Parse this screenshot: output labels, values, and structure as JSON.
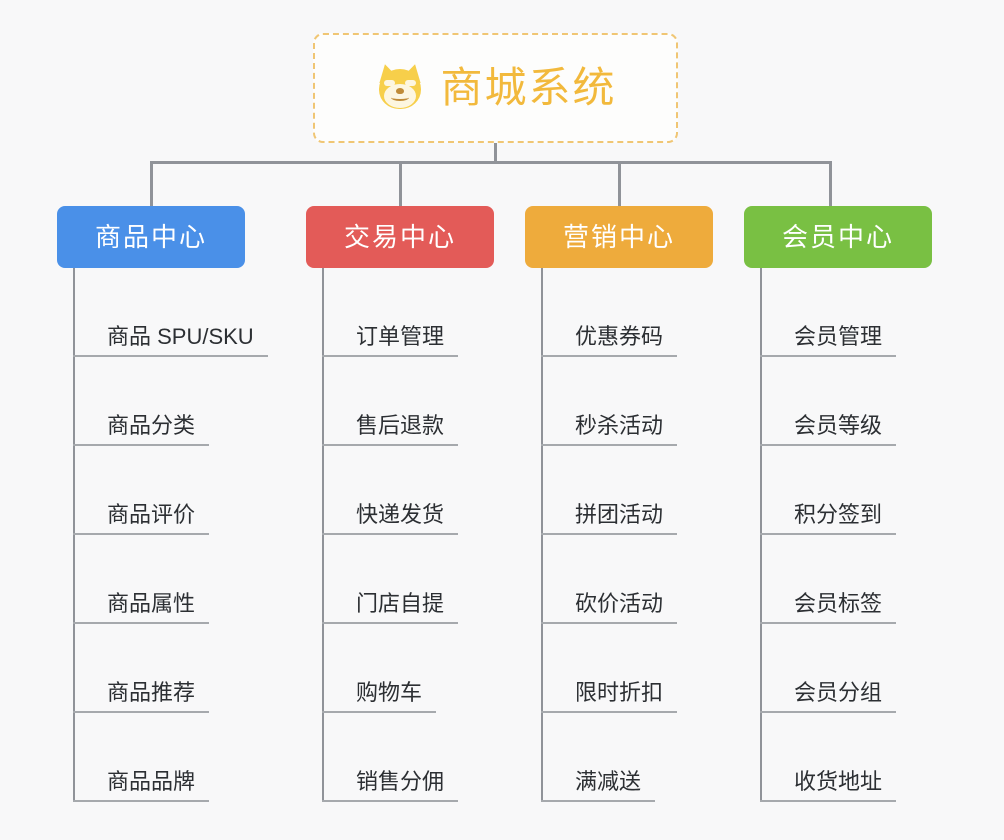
{
  "root": {
    "icon": "dog-face-emoji",
    "title": "商城系统",
    "accent": "#f2b93c"
  },
  "connector_color": "#909399",
  "background": "#f8f8f9",
  "columns": [
    {
      "header": "商品中心",
      "color": "#4a90e8",
      "items": [
        "商品 SPU/SKU",
        "商品分类",
        "商品评价",
        "商品属性",
        "商品推荐",
        "商品品牌"
      ]
    },
    {
      "header": "交易中心",
      "color": "#e35b58",
      "items": [
        "订单管理",
        "售后退款",
        "快递发货",
        "门店自提",
        "购物车",
        "销售分佣"
      ]
    },
    {
      "header": "营销中心",
      "color": "#eeab3c",
      "items": [
        "优惠券码",
        "秒杀活动",
        "拼团活动",
        "砍价活动",
        "限时折扣",
        "满减送"
      ]
    },
    {
      "header": "会员中心",
      "color": "#79c043",
      "items": [
        "会员管理",
        "会员等级",
        "积分签到",
        "会员标签",
        "会员分组",
        "收货地址"
      ]
    }
  ]
}
